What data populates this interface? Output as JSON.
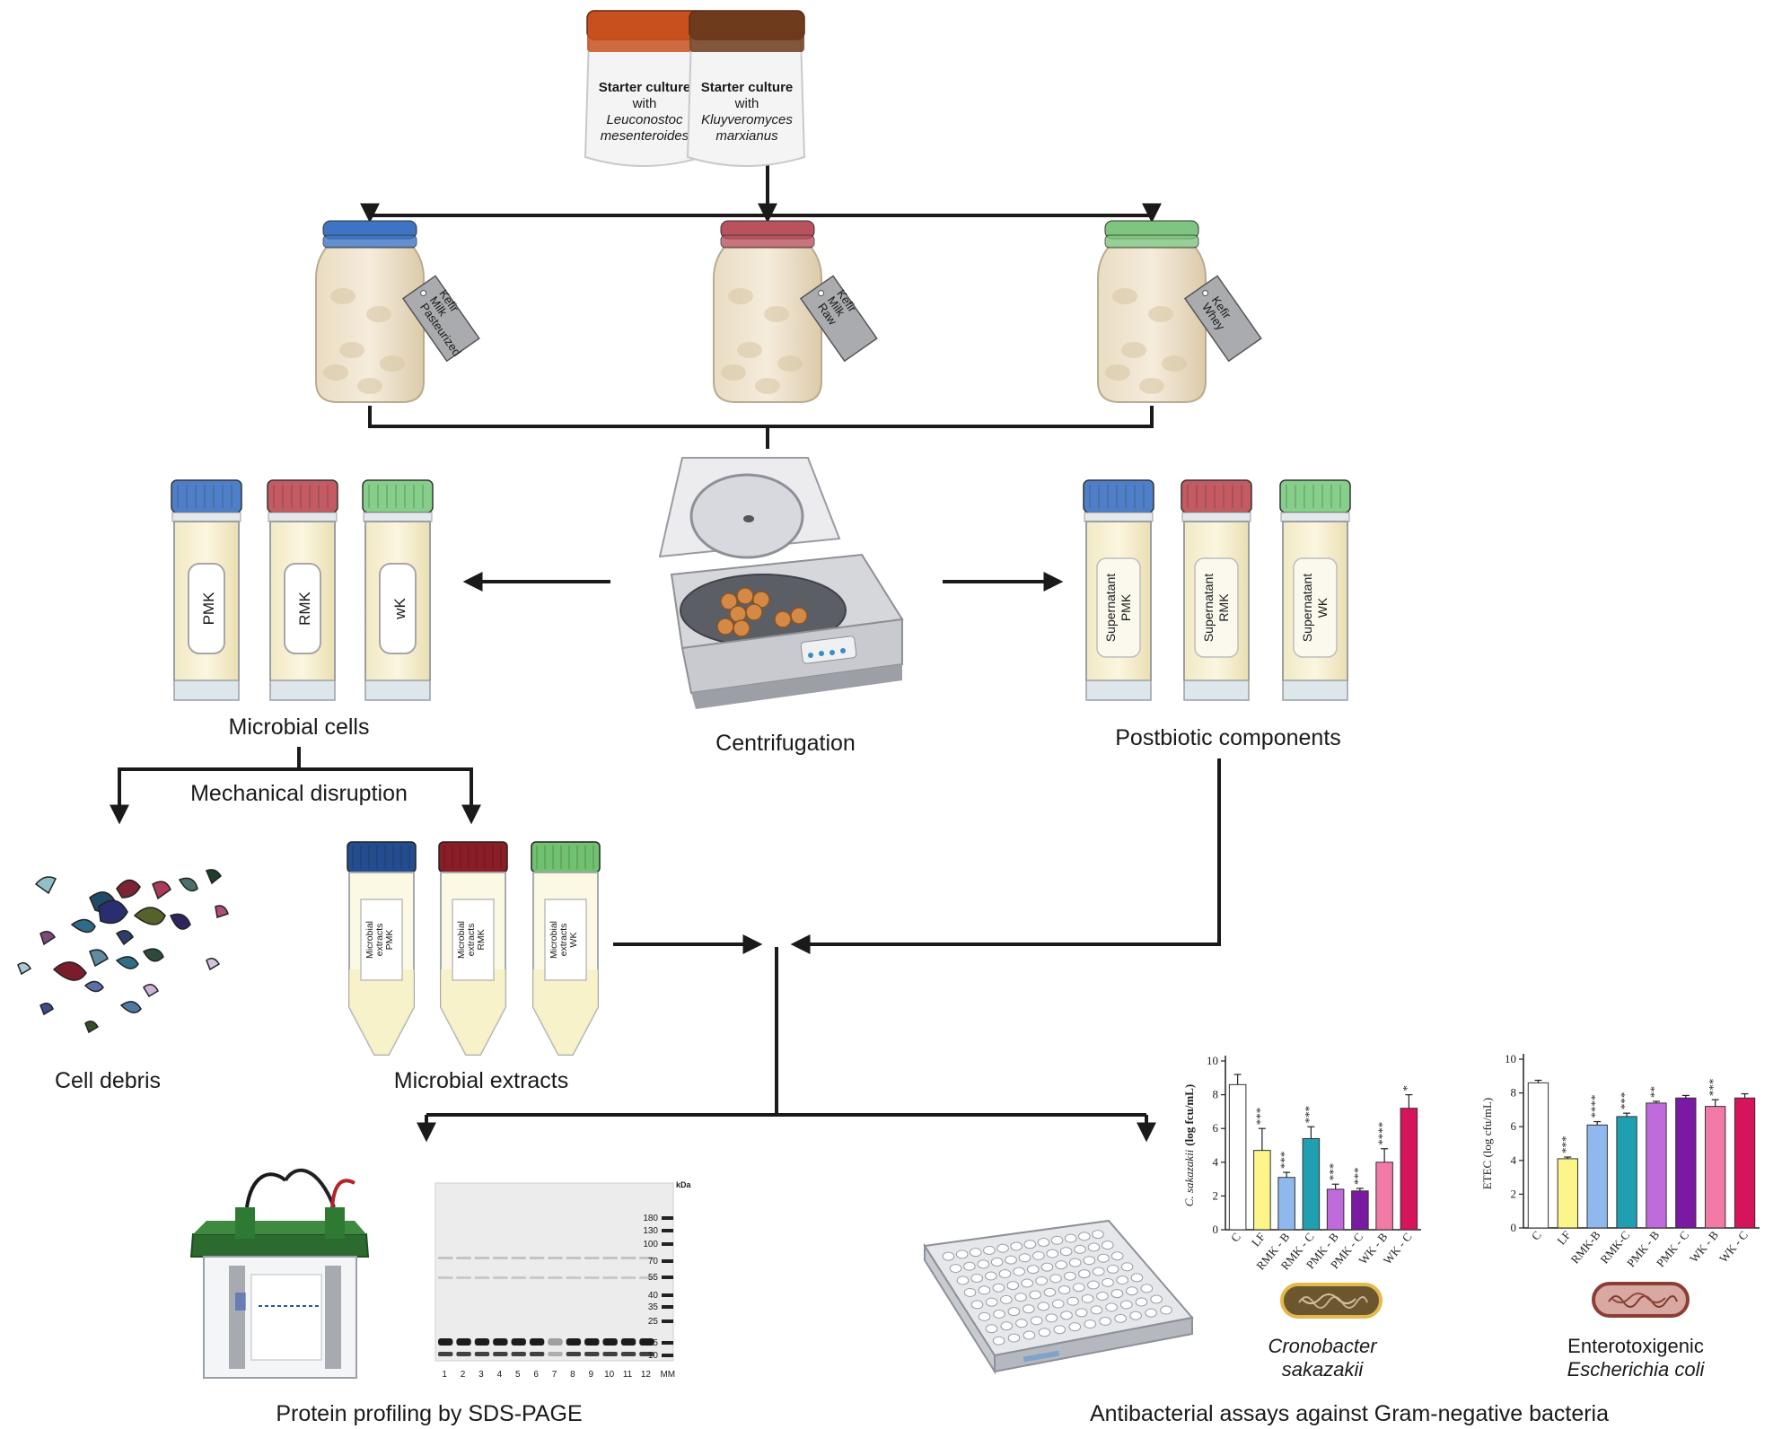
{
  "starter_jars": [
    {
      "title": "Starter culture",
      "with": "with",
      "organism_line1": "Leuconostoc",
      "organism_line2": "mesenteroides",
      "lid_color": "#c8501f"
    },
    {
      "title": "Starter culture",
      "with": "with",
      "organism_line1": "Kluyveromyces",
      "organism_line2": "marxianus",
      "lid_color": "#6e3b1d"
    }
  ],
  "kefir_jars": [
    {
      "tag_lines": [
        "Pasteurized",
        "Milk",
        "Kefir"
      ],
      "lid_color": "#3f74c4"
    },
    {
      "tag_lines": [
        "Raw",
        "Milk",
        "Kefir"
      ],
      "lid_color": "#b8525d"
    },
    {
      "tag_lines": [
        "Whey",
        "Kefir"
      ],
      "lid_color": "#7fc47f"
    }
  ],
  "microbial_cell_tubes": [
    {
      "label": "PMK",
      "cap_color": "#4f7fc9"
    },
    {
      "label": "RMK",
      "cap_color": "#c45a62"
    },
    {
      "label": "wK",
      "cap_color": "#86cf8a"
    }
  ],
  "postbiotic_tubes": [
    {
      "line1": "Supernatant",
      "line2": "PMK",
      "cap_color": "#4f7fc9"
    },
    {
      "line1": "Supernatant",
      "line2": "RMK",
      "cap_color": "#c45a62"
    },
    {
      "line1": "Supernatant",
      "line2": "WK",
      "cap_color": "#86cf8a"
    }
  ],
  "extract_tubes": [
    {
      "lines": [
        "Microbial",
        "extracts",
        "PMK"
      ],
      "cap_color": "#244d8f"
    },
    {
      "lines": [
        "Microbial",
        "extracts",
        "RMK"
      ],
      "cap_color": "#8a1d25"
    },
    {
      "lines": [
        "Microbial",
        "extracts",
        "WK"
      ],
      "cap_color": "#6fc06f"
    }
  ],
  "labels": {
    "microbial_cells": "Microbial cells",
    "centrifugation": "Centrifugation",
    "postbiotic": "Postbiotic components",
    "mechanical": "Mechanical disruption",
    "cell_debris": "Cell debris",
    "microbial_extracts": "Microbial extracts",
    "sds_page": "Protein profiling by SDS-PAGE",
    "antibacterial": "Antibacterial assays against Gram-negative bacteria"
  },
  "gel": {
    "unit": "kDa",
    "markers": [
      "180",
      "130",
      "100",
      "70",
      "55",
      "40",
      "35",
      "25",
      "15",
      "10"
    ],
    "lanes": [
      "1",
      "2",
      "3",
      "4",
      "5",
      "6",
      "7",
      "8",
      "9",
      "10",
      "11",
      "12",
      "MM"
    ]
  },
  "chart_data": [
    {
      "type": "bar",
      "ylabel_italic": "C. sakazakii",
      "ylabel_rest": "(log fcu/mL)",
      "ylim": [
        0,
        10
      ],
      "yticks": [
        "0",
        "2",
        "4",
        "6",
        "8",
        "10"
      ],
      "categories": [
        "C",
        "LF",
        "RMK - B",
        "RMK - C",
        "PMK - B",
        "PMK - C",
        "WK - B",
        "WK - C"
      ],
      "values": [
        8.6,
        4.7,
        3.1,
        5.4,
        2.4,
        2.3,
        4.0,
        7.2
      ],
      "errors": [
        0.6,
        1.3,
        0.3,
        0.7,
        0.3,
        0.15,
        0.8,
        0.8
      ],
      "significance": [
        "",
        "***",
        "***",
        "***",
        "***",
        "***",
        "****",
        "*"
      ],
      "colors": [
        "#ffffff",
        "#fbf58a",
        "#8fb8ef",
        "#1f9fb0",
        "#c06bdc",
        "#7a1aa2",
        "#f27aa6",
        "#d6145c"
      ],
      "organism_line1": "Cronobacter",
      "organism_line2": "sakazakii",
      "organism_italic": [
        true,
        true
      ]
    },
    {
      "type": "bar",
      "ylabel_italic": "",
      "ylabel_rest": "ETEC (log cfu/mL)",
      "ylim": [
        0,
        10
      ],
      "yticks": [
        "0",
        "2",
        "4",
        "6",
        "8",
        "10"
      ],
      "categories": [
        "C",
        "LF",
        "RMK-B",
        "RMK-C",
        "PMK - B",
        "PMK - C",
        "WK - B",
        "WK - C"
      ],
      "values": [
        8.6,
        4.1,
        6.1,
        6.6,
        7.4,
        7.7,
        7.2,
        7.7
      ],
      "errors": [
        0.15,
        0.1,
        0.2,
        0.2,
        0.1,
        0.15,
        0.4,
        0.25
      ],
      "significance": [
        "",
        "***",
        "****",
        "***",
        "**",
        "",
        "***",
        ""
      ],
      "colors": [
        "#ffffff",
        "#fbf58a",
        "#8fb8ef",
        "#1f9fb0",
        "#c06bdc",
        "#7a1aa2",
        "#f27aa6",
        "#d6145c"
      ],
      "organism_line1": "Enterotoxigenic",
      "organism_line2": "Escherichia coli",
      "organism_italic": [
        false,
        true
      ]
    }
  ]
}
